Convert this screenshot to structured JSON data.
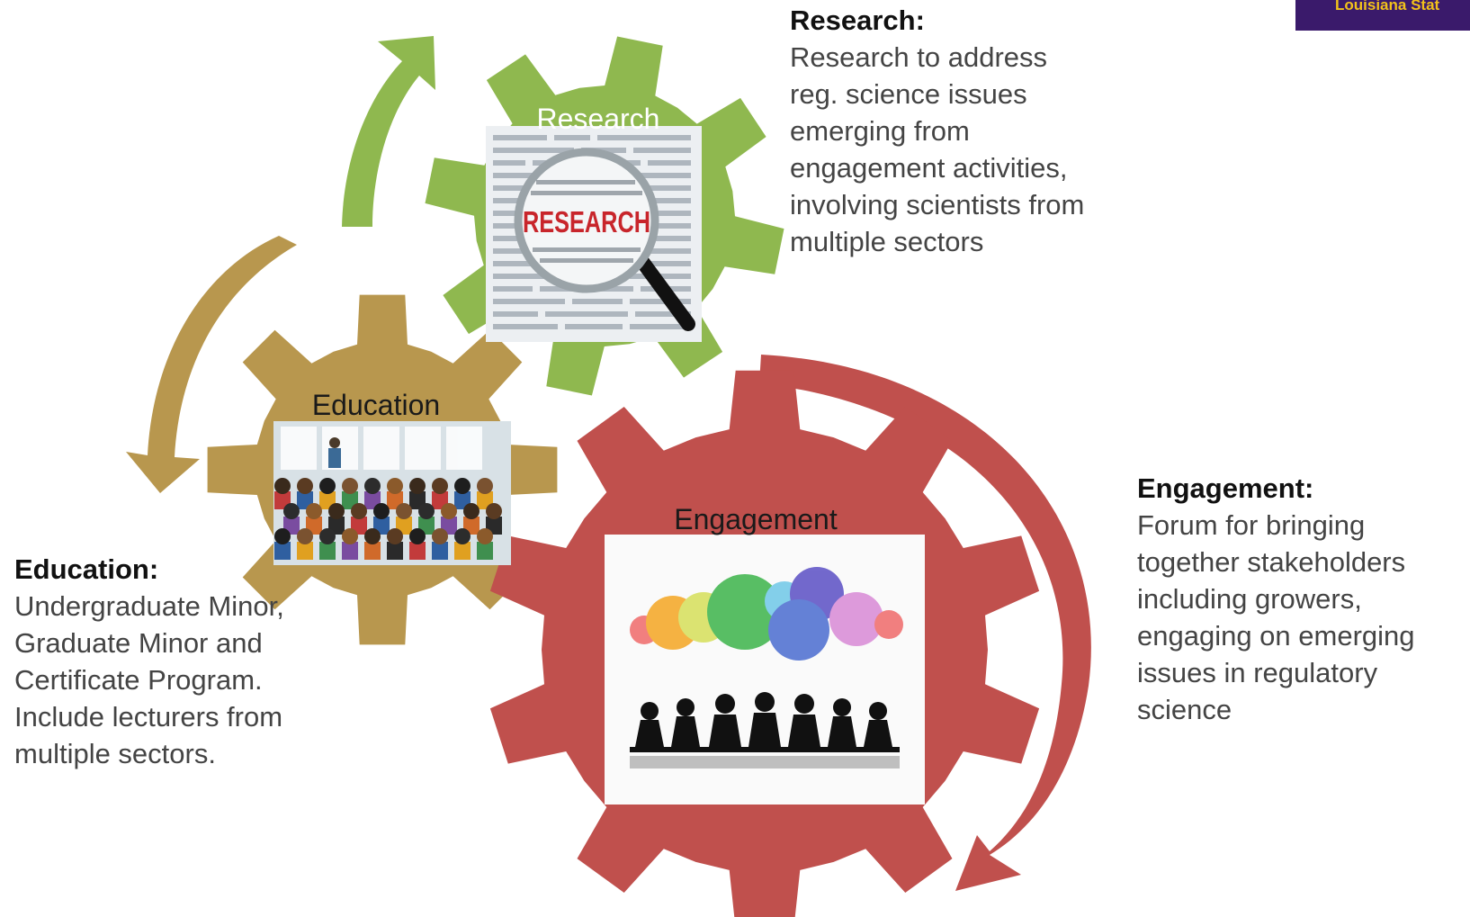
{
  "logo": {
    "text": "Louisiana Stat",
    "bg_color": "#3a1a6b",
    "text_color": "#f2c21a"
  },
  "gears": {
    "research": {
      "label": "Research",
      "color": "#8fb84f",
      "image_word": "RESEARCH",
      "image_word_color": "#c8252b"
    },
    "education": {
      "label": "Education",
      "color": "#b8974e"
    },
    "engagement": {
      "label": "Engagement",
      "color": "#c0504d"
    }
  },
  "descriptions": {
    "research": {
      "heading": "Research:",
      "body": "Research to address\nreg. science issues\nemerging from\nengagement activities,\ninvolving scientists from\nmultiple sectors"
    },
    "engagement": {
      "heading": "Engagement:",
      "body": "Forum for bringing\ntogether stakeholders\nincluding growers,\nengaging on emerging\nissues in regulatory\nscience"
    },
    "education": {
      "heading": "Education:",
      "body": "Undergraduate Minor,\nGraduate Minor and\nCertificate Program.\nInclude lecturers from\nmultiple sectors."
    }
  }
}
